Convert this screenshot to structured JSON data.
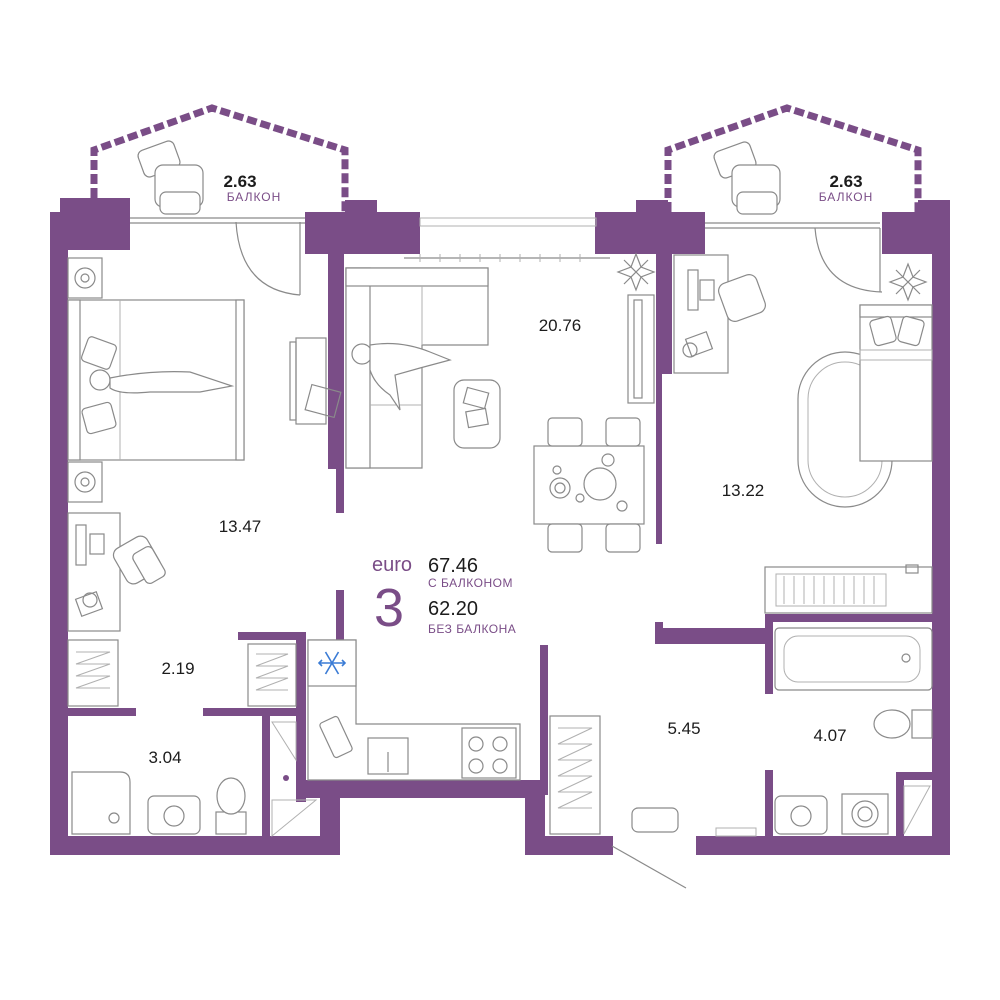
{
  "colors": {
    "wall": "#7a4d87",
    "furniture": "#8a8a8a"
  },
  "apartment": {
    "prefix": "euro",
    "rooms": "3",
    "area_with_balcony": "67.46",
    "with_balcony_caption": "С БАЛКОНОМ",
    "area_without_balcony": "62.20",
    "without_balcony_caption": "БЕЗ БАЛКОНА"
  },
  "rooms": {
    "balcony_left": {
      "area": "2.63",
      "label": "БАЛКОН"
    },
    "balcony_right": {
      "area": "2.63",
      "label": "БАЛКОН"
    },
    "living_kitchen": {
      "area": "20.76"
    },
    "bedroom_left": {
      "area": "13.47"
    },
    "bedroom_right": {
      "area": "13.22"
    },
    "wardrobe": {
      "area": "2.19"
    },
    "bathroom_left": {
      "area": "3.04"
    },
    "hallway": {
      "area": "5.45"
    },
    "bathroom_right": {
      "area": "4.07"
    }
  },
  "icons": [
    "snowflake-icon",
    "plant-icon"
  ]
}
